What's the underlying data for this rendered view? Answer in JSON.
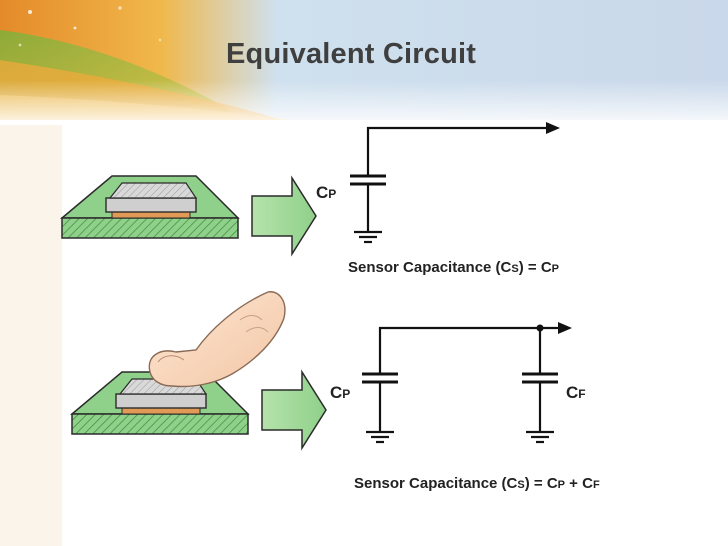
{
  "slide": {
    "title": "Equivalent Circuit"
  },
  "top_circuit": {
    "cap_label_main": "C",
    "cap_label_sub": "P",
    "formula": {
      "prefix": "Sensor Capacitance (C",
      "s_sub": "S",
      "mid": ") = C",
      "p_sub": "P"
    }
  },
  "bottom_circuit": {
    "cap1_label_main": "C",
    "cap1_label_sub": "P",
    "cap2_label_main": "C",
    "cap2_label_sub": "F",
    "formula": {
      "prefix": "Sensor Capacitance (C",
      "s_sub": "S",
      "mid": ") = C",
      "p_sub": "P",
      "plus": " + C",
      "f_sub": "F"
    }
  },
  "colors": {
    "pcb_green": "#8fd08a",
    "arrow_green": "#a6dc9c",
    "copper": "#e09a55",
    "chip_gray": "#c8c8c8",
    "title": "#3f3f3f"
  }
}
